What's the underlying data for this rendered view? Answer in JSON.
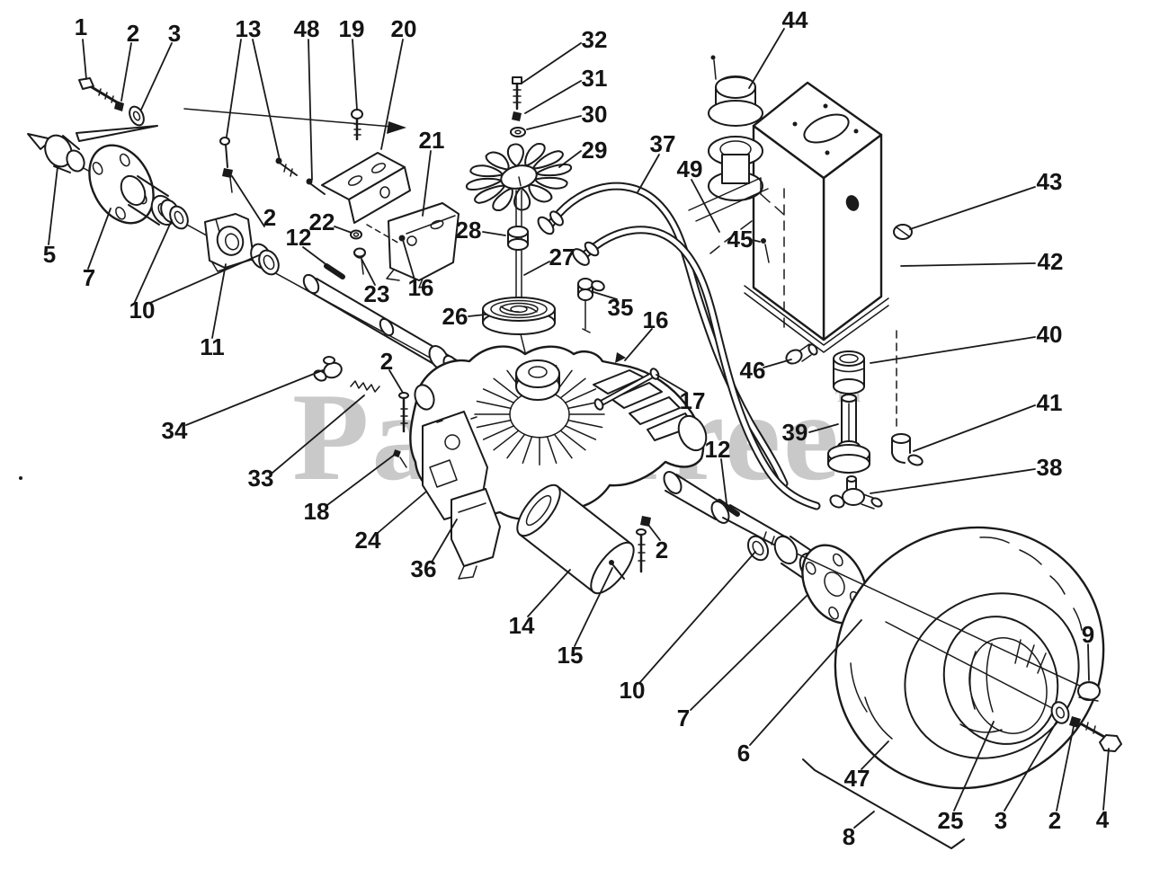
{
  "watermark": {
    "text": "PartsTree",
    "trademark": "™"
  },
  "colors": {
    "background": "#ffffff",
    "line": "#1a1a1a",
    "watermark": "#c9c9c9",
    "label": "#141414"
  },
  "callouts": [
    {
      "label": "1"
    },
    {
      "label": "2"
    },
    {
      "label": "3"
    },
    {
      "label": "13"
    },
    {
      "label": "48"
    },
    {
      "label": "19"
    },
    {
      "label": "20"
    },
    {
      "label": "32"
    },
    {
      "label": "31"
    },
    {
      "label": "30"
    },
    {
      "label": "29"
    },
    {
      "label": "44"
    },
    {
      "label": "37"
    },
    {
      "label": "49"
    },
    {
      "label": "43"
    },
    {
      "label": "21"
    },
    {
      "label": "2"
    },
    {
      "label": "22"
    },
    {
      "label": "12"
    },
    {
      "label": "28"
    },
    {
      "label": "27"
    },
    {
      "label": "45"
    },
    {
      "label": "42"
    },
    {
      "label": "16"
    },
    {
      "label": "23"
    },
    {
      "label": "26"
    },
    {
      "label": "35"
    },
    {
      "label": "16"
    },
    {
      "label": "5"
    },
    {
      "label": "7"
    },
    {
      "label": "10"
    },
    {
      "label": "11"
    },
    {
      "label": "40"
    },
    {
      "label": "2"
    },
    {
      "label": "46"
    },
    {
      "label": "17"
    },
    {
      "label": "41"
    },
    {
      "label": "39"
    },
    {
      "label": "34"
    },
    {
      "label": "12"
    },
    {
      "label": "38"
    },
    {
      "label": "33"
    },
    {
      "label": "18"
    },
    {
      "label": "24"
    },
    {
      "label": "2"
    },
    {
      "label": "36"
    },
    {
      "label": "14"
    },
    {
      "label": "9"
    },
    {
      "label": "15"
    },
    {
      "label": "10"
    },
    {
      "label": "7"
    },
    {
      "label": "6"
    },
    {
      "label": "47"
    },
    {
      "label": "8"
    },
    {
      "label": "25"
    },
    {
      "label": "3"
    },
    {
      "label": "2"
    },
    {
      "label": "4"
    }
  ]
}
